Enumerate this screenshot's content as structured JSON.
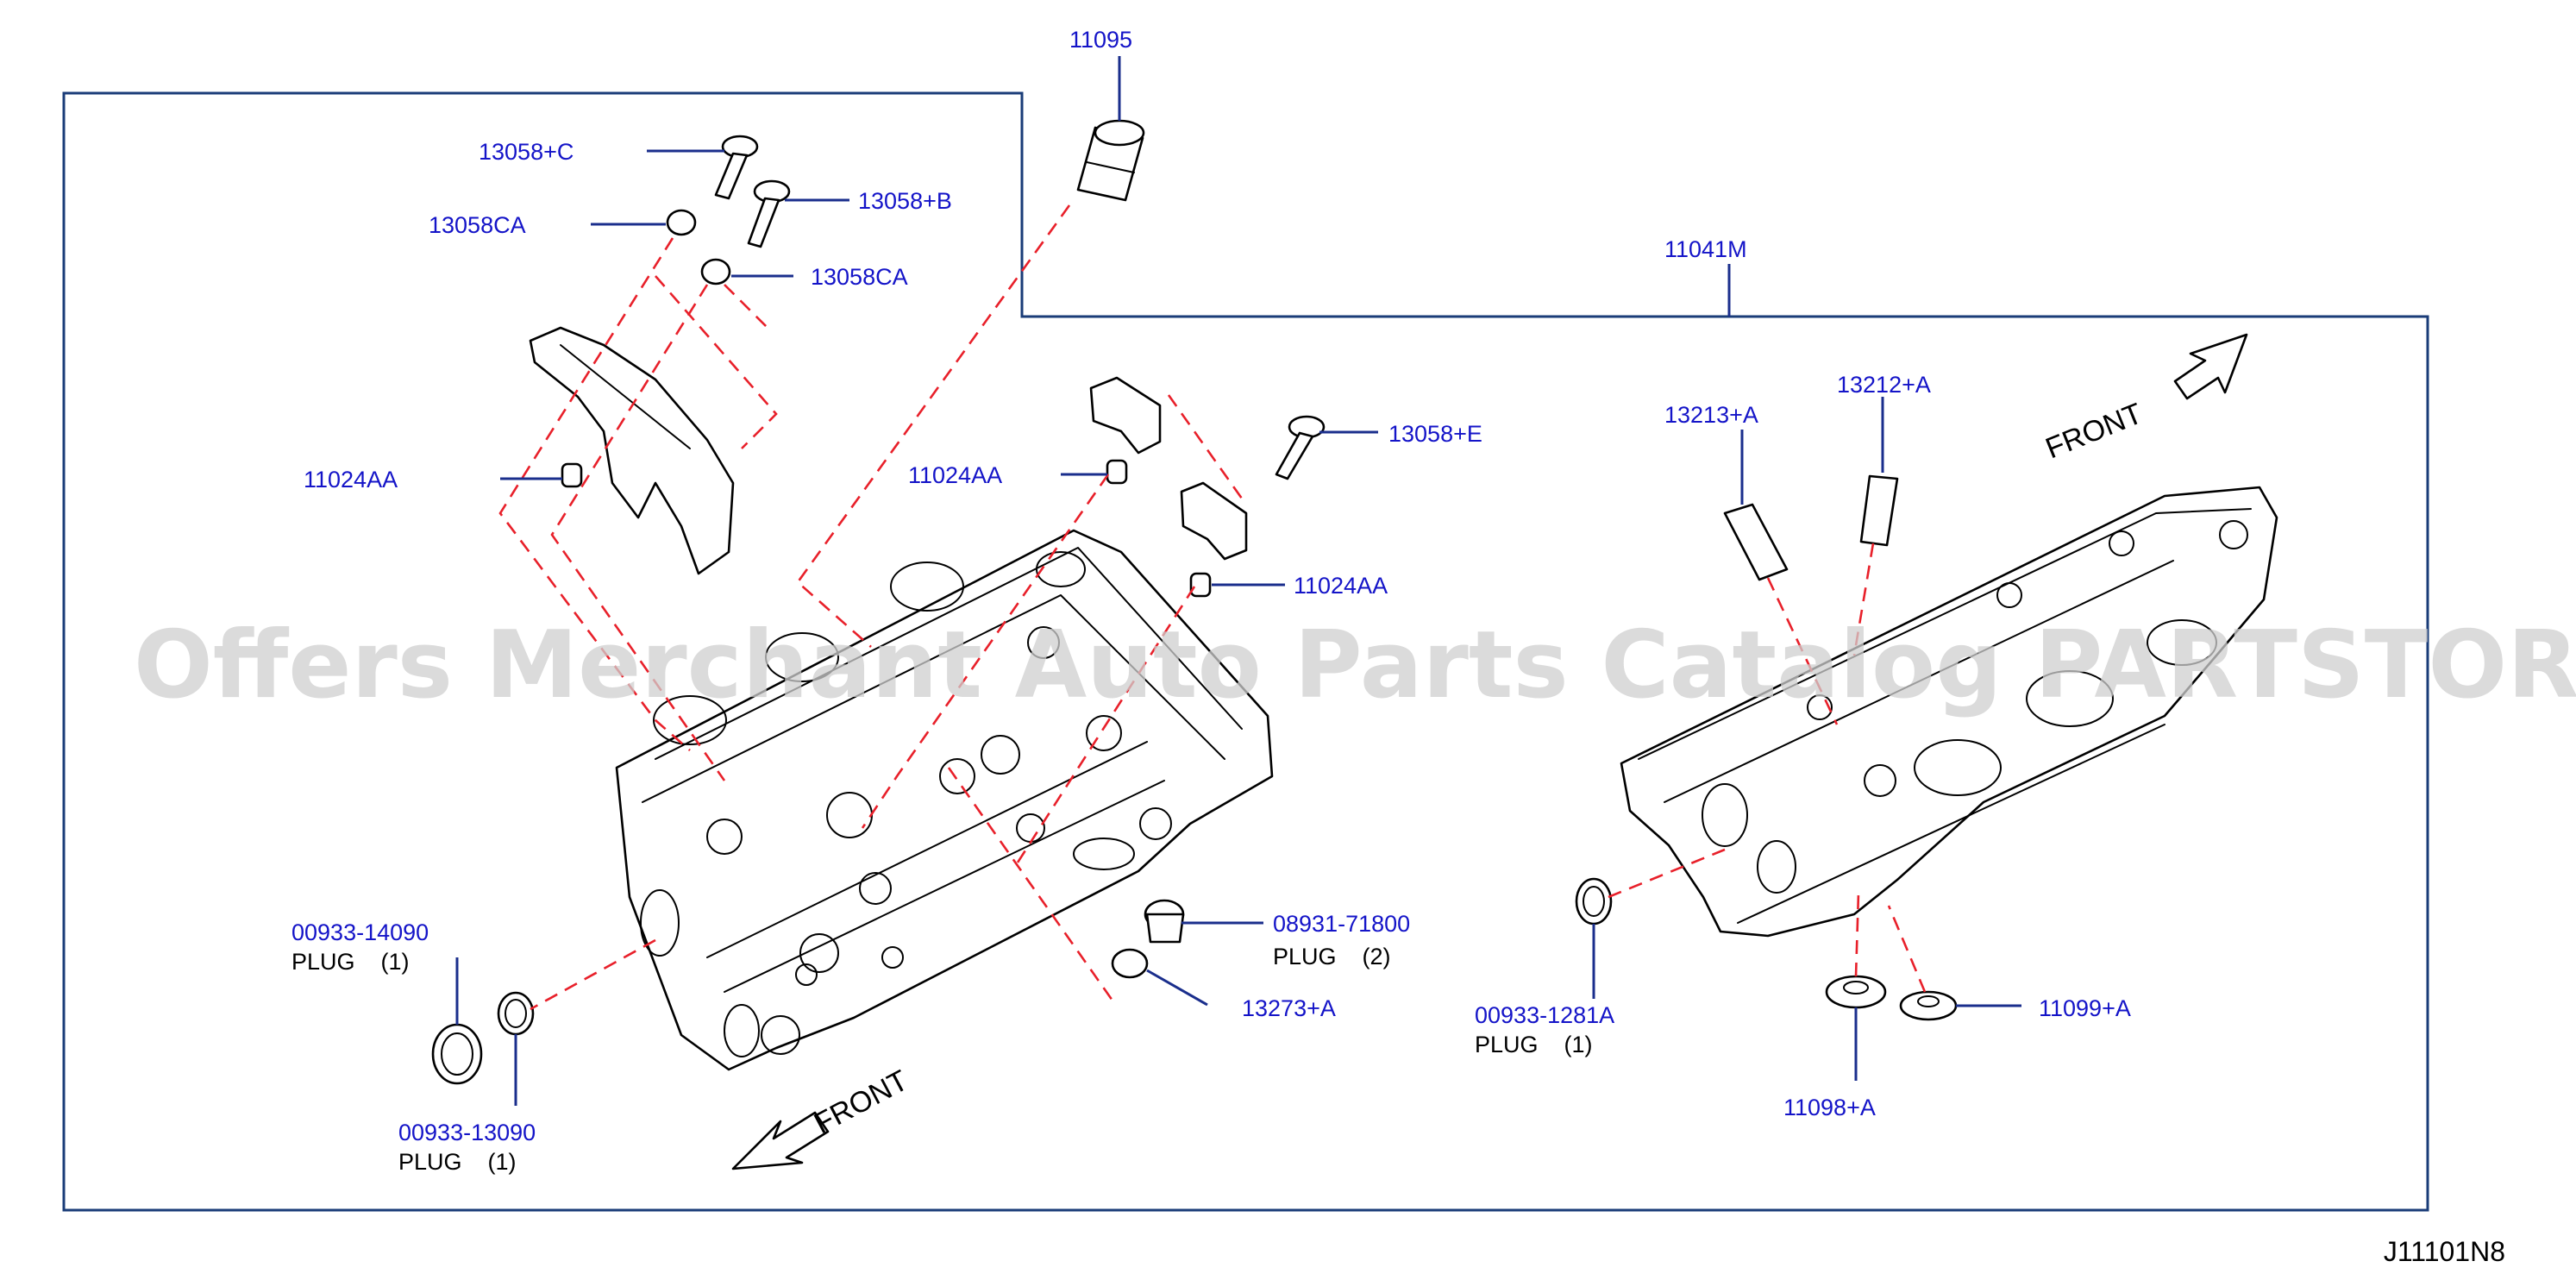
{
  "watermark": "Offers Merchant Auto Parts Catalog PARTSTORE.SA",
  "diagram_ref": "J11101N8",
  "front_label": "FRONT",
  "callouts": {
    "p11095": "11095",
    "p11041M": "11041M",
    "p13058_C": "13058+C",
    "p13058_B": "13058+B",
    "p13058CA_1": "13058CA",
    "p13058CA_2": "13058CA",
    "p11024AA_1": "11024AA",
    "p11024AA_2": "11024AA",
    "p11024AA_3": "11024AA",
    "p13058_E": "13058+E",
    "p13213_A": "13213+A",
    "p13212_A": "13212+A",
    "p08931_71800": "08931-71800",
    "p13273_A": "13273+A",
    "p00933_14090": "00933-14090",
    "p00933_13090": "00933-13090",
    "p00933_1281A": "00933-1281A",
    "p11098_A": "11098+A",
    "p11099_A": "11099+A"
  },
  "descriptions": {
    "p08931_71800": "PLUG    (2)",
    "p00933_14090": "PLUG    (1)",
    "p00933_13090": "PLUG    (1)",
    "p00933_1281A": "PLUG    (1)"
  },
  "colors": {
    "callout_text": "#1414c8",
    "leader_line": "#1a2e8c",
    "frame_line": "#1a3c78",
    "dashed_line": "#e8202a",
    "watermark": "#cfcfcf"
  }
}
